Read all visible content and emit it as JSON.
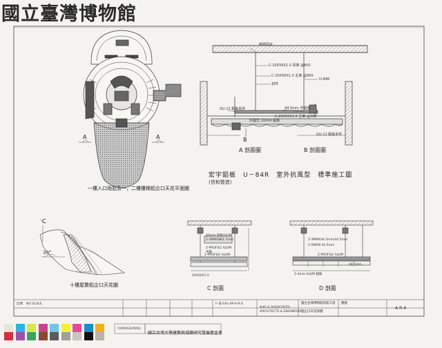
{
  "stamp_text": "國立臺灣博物館",
  "plan_captions": {
    "main": "一樓入口雨庇及一，二樓樓梯鋁企口天花平面圖",
    "sector": "十樓屋簷鋁企口天花圖"
  },
  "plan_marks": {
    "a_left": "A",
    "a_right": "A",
    "c_mark": "C",
    "angle": "30°"
  },
  "detail_labels": {
    "top_1": "懸臂固定",
    "top_2": "C-20X50X1.0 吊架 @600",
    "top_3": "C-20X50X1.0 主架 @900",
    "top_4": "扣件",
    "top_5": "44.5mm 中鋁條",
    "top_6": "U-84R",
    "top_7": "GU-12 鋁板吊件",
    "top_8": "外露式 10mm 鋁板",
    "top_9": "C-20X50X1.0 主架 @900",
    "top_10": "GU-12 鋁板吊件"
  },
  "section_marks": {
    "b_mark": "B"
  },
  "sections": {
    "a": "A 剖面圖",
    "b": "B 剖面圖",
    "c": "C 剖面",
    "d": "D 剖面"
  },
  "main_title": "宏宇鋁板　U－84R　室外抗風型　標準施工圖",
  "main_subtitle": "(信和營造)",
  "lower_labels": {
    "c1": "40mm 鋁板(ACM)",
    "c2": "2-3MMX862.7mm",
    "c3": "2-PROFILE ALUM",
    "c4": "吊筋",
    "c5": "20X50X1.0",
    "c6": "2-PROFILE ALUM",
    "d1": "2-3MMX44.5mm/44.5mm",
    "d2": "2-SWAN 44.5mm",
    "d3": "2-PROFILE ALUM",
    "d4": "44.5mm",
    "d5": "2-4mm ALUM 鋁板"
  },
  "title_block": {
    "scale_label": "比例",
    "scale_value": "NO SCALE",
    "drawing_no_label": "圖號",
    "drawing_no": "A-R-4",
    "firm_en_1": "KUO & ASSOCIATES",
    "firm_en_2": "ARCHITECTS & ENGINEERS",
    "project": "國立台灣博物館新館工程",
    "sheet_title": "鋁企口天花詳圖",
    "code": "F-日·EA1-AP-A-R-S"
  },
  "footer": {
    "code": "COMMISSIONING",
    "text": "國立台灣大學建築與城鄉研究發展基金會"
  },
  "swatch_colors": [
    "#e7e4dc",
    "#2eb4e0",
    "#d9e64a",
    "#c8438c",
    "#6fc6e3",
    "#f5ef3a",
    "#e74a9a",
    "#1d8cc9",
    "#f0b020",
    "#d52e3c",
    "#9a53a6",
    "#3aa35c",
    "#8a4a30",
    "#5e5a57",
    "#a29e98",
    "#c9c5be",
    "#111111",
    "#b9b3a8"
  ]
}
